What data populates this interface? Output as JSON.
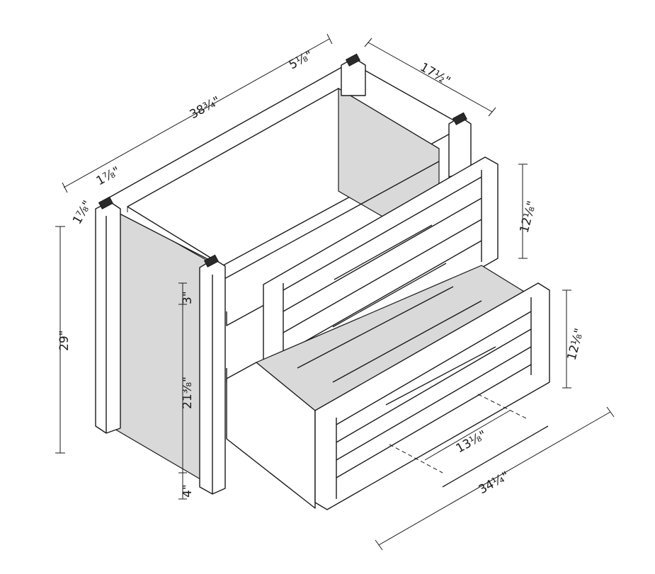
{
  "dimensions": {
    "width_overall": "38¾\"",
    "depth_overall": "17½\"",
    "top_rail": "5⅛\"",
    "post_width_top": "1⅞\"",
    "post_width_side": "1⅞\"",
    "height_overall": "29\"",
    "top_gap": "3\"",
    "drawer_zone": "21⅜\"",
    "foot_height": "4\"",
    "upper_drawer_height": "12⅛\"",
    "lower_drawer_height": "12⅛\"",
    "handle_spacing": "13⅛\"",
    "handle_length": "34¼\""
  }
}
